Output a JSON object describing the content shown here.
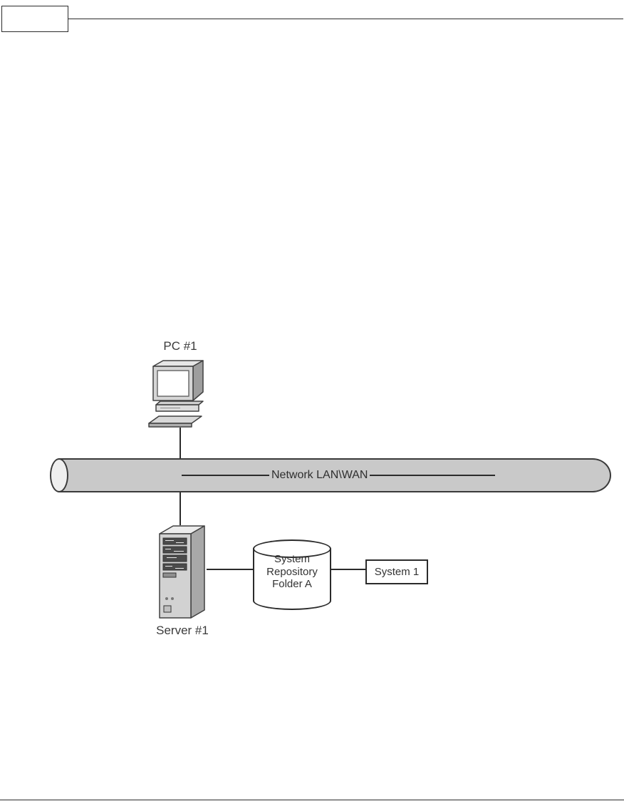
{
  "page": {
    "type": "document-figure-page",
    "background": "#ffffff",
    "rule_color": "#2b2b2b"
  },
  "figure_box": {
    "text": ""
  },
  "diagram": {
    "pc": {
      "label": "PC #1"
    },
    "network": {
      "label": "Network LAN\\WAN",
      "tube_fill": "#c9c9c9",
      "tube_cap_fill": "#efefef",
      "outline_color": "#3a3a3a"
    },
    "server": {
      "label": "Server #1"
    },
    "repository": {
      "label_lines": [
        "System",
        "Repository",
        "Folder A"
      ]
    },
    "system": {
      "label": "System 1"
    },
    "icons": {
      "pc": "desktop-computer-icon",
      "server": "tower-server-icon",
      "repository": "database-cylinder-shape",
      "network": "pipe-tube-shape"
    }
  }
}
